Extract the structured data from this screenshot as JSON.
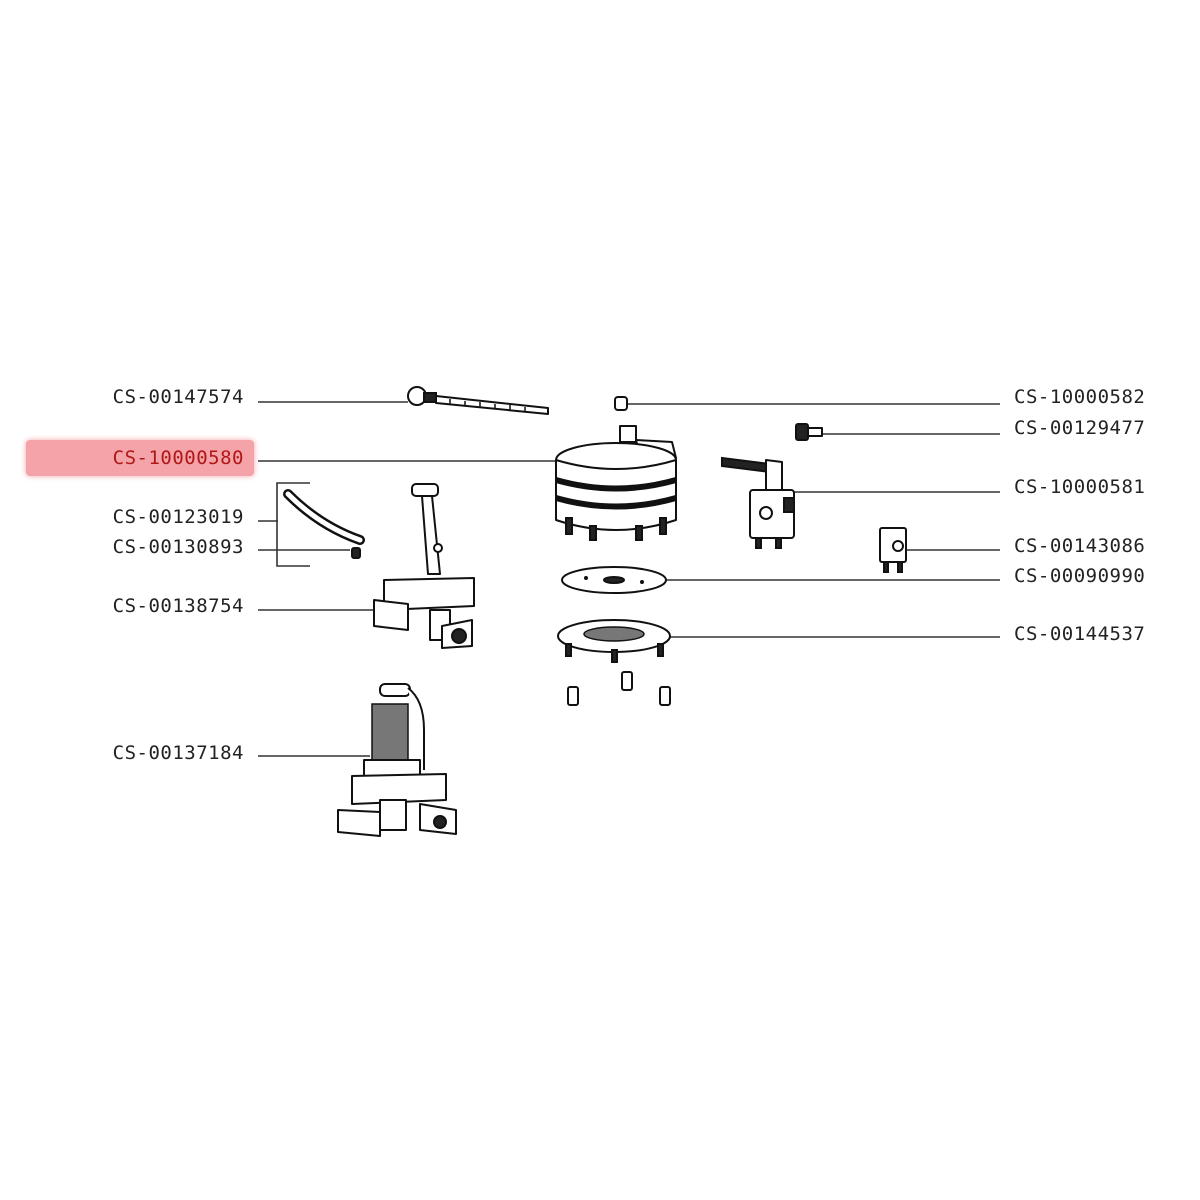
{
  "highlight_color": "#f4a3a8",
  "selected_part": "CS-10000580",
  "labels": {
    "l1": "CS-00147574",
    "l2": "CS-10000580",
    "l3": "CS-00123019",
    "l4": "CS-00130893",
    "l5": "CS-00138754",
    "l6": "CS-00137184",
    "r1": "CS-10000582",
    "r2": "CS-00129477",
    "r3": "CS-10000581",
    "r4": "CS-00143086",
    "r5": "CS-00090990",
    "r6": "CS-00144537"
  }
}
